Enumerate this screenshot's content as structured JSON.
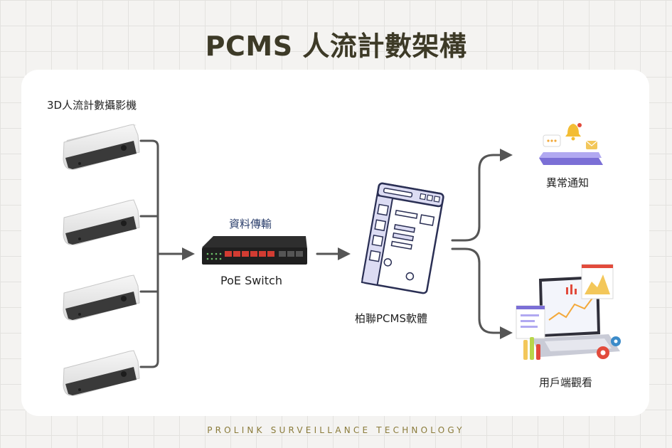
{
  "title": "PCMS 人流計數架構",
  "cameras": {
    "label": "3D人流計數攝影機"
  },
  "transfer": {
    "label": "資料傳輸"
  },
  "switch": {
    "label": "PoE Switch"
  },
  "software": {
    "label": "柏聯PCMS軟體"
  },
  "alert": {
    "label": "異常通知"
  },
  "client": {
    "label": "用戶端觀看"
  },
  "footer": "PROLINK SURVEILLANCE TECHNOLOGY",
  "colors": {
    "title": "#3d3a27",
    "connector": "#555555",
    "footer": "#8a7b3a",
    "card": "#ffffff",
    "transfer_text": "#2b3f6c",
    "switch_ports": "#d23c32"
  }
}
